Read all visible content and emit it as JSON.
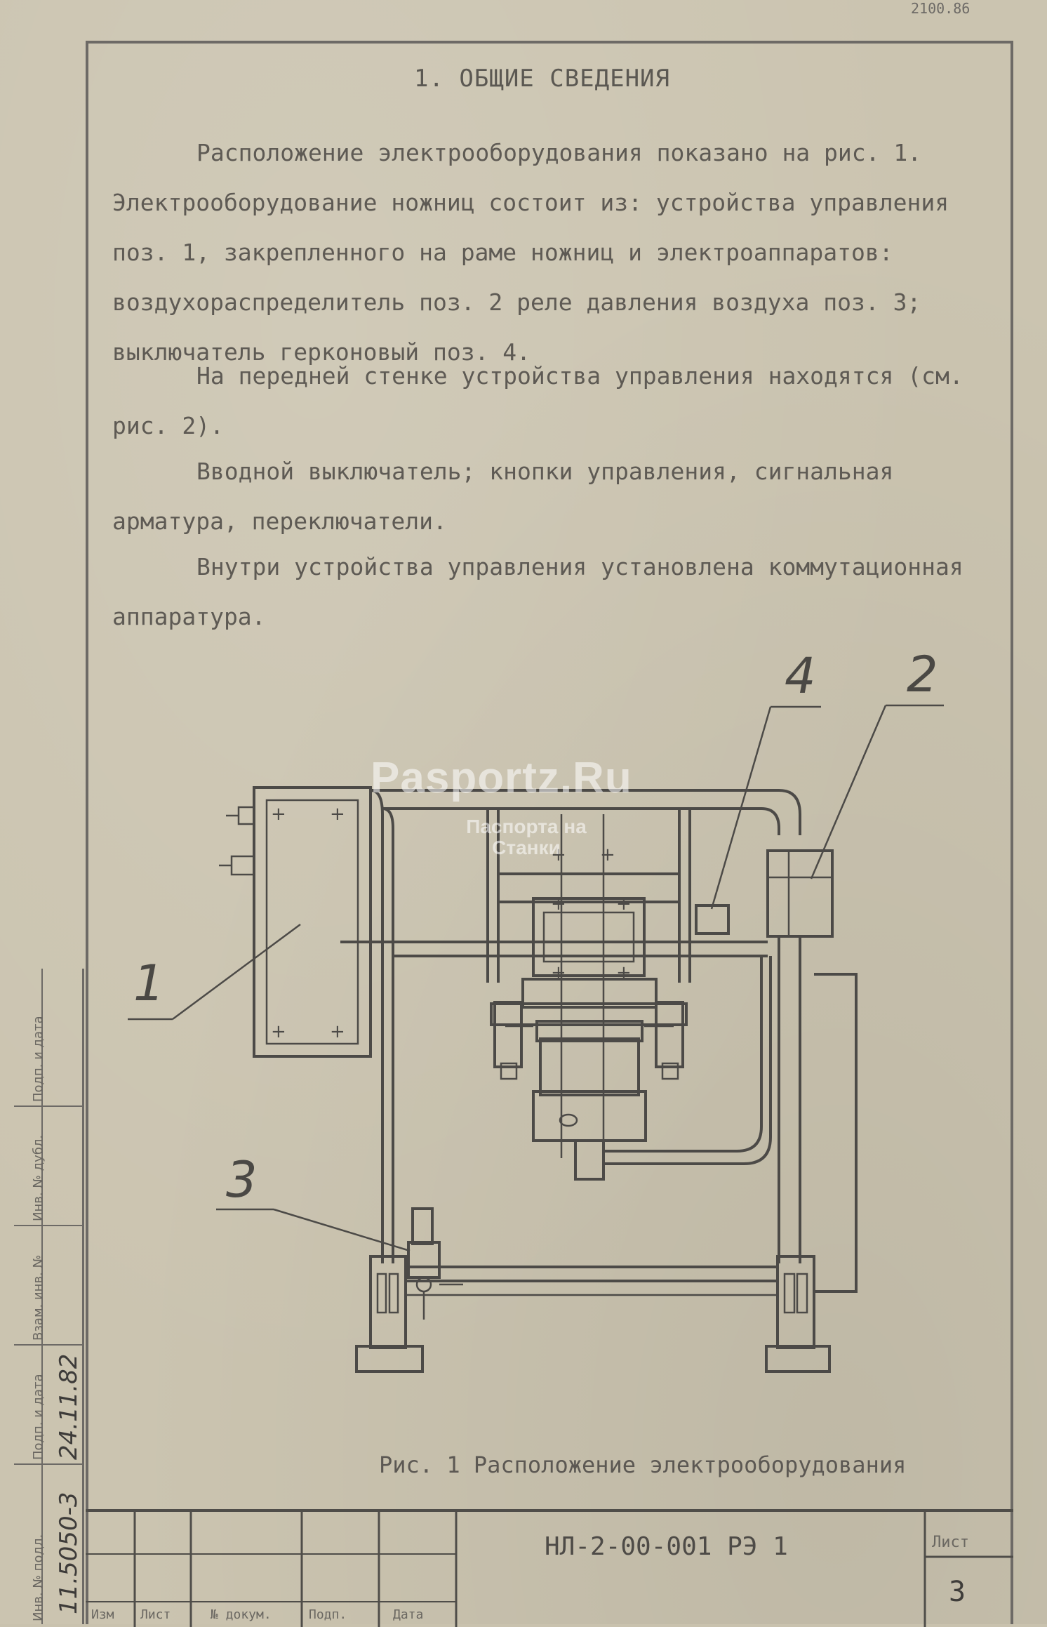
{
  "page": {
    "top_number": "2100.86",
    "heading": "1. ОБЩИЕ СВЕДЕНИЯ",
    "paragraphs": [
      "Расположение электрооборудования показано на рис. 1. Электрооборудование ножниц состоит из: устройства управления поз. 1, закрепленного на раме ножниц и электроаппаратов: воздухораспределитель поз. 2 реле давления воздуха поз. 3; выключатель герконовый поз. 4.",
      "На передней стенке устройства управления находятся (см. рис. 2).",
      "Вводной выключатель; кнопки управления, сигнальная арматура, переключатели.",
      "Внутри устройства управления установлена коммутационная аппаратура."
    ],
    "figure": {
      "callouts": [
        "1",
        "2",
        "3",
        "4"
      ],
      "caption": "Рис. 1  Расположение электрооборудования"
    },
    "watermark": {
      "title": "Pasportz.Ru",
      "subtitle": "Паспорта на Станки"
    },
    "title_block": {
      "doc_code": "НЛ-2-00-001 РЭ 1",
      "sheet_label": "Лист",
      "sheet_number": "3",
      "row_labels": [
        "Изм",
        "Лист",
        "№ докум.",
        "Подп.",
        "Дата"
      ]
    },
    "side_stamp": {
      "labels": [
        "Инв. № подл.",
        "Подп. и дата",
        "Взам. инв. №",
        "Инв. № дубл.",
        "Подп. и дата"
      ],
      "handwritten_number": "11.5050-3",
      "handwritten_date": "24.11.82"
    }
  }
}
